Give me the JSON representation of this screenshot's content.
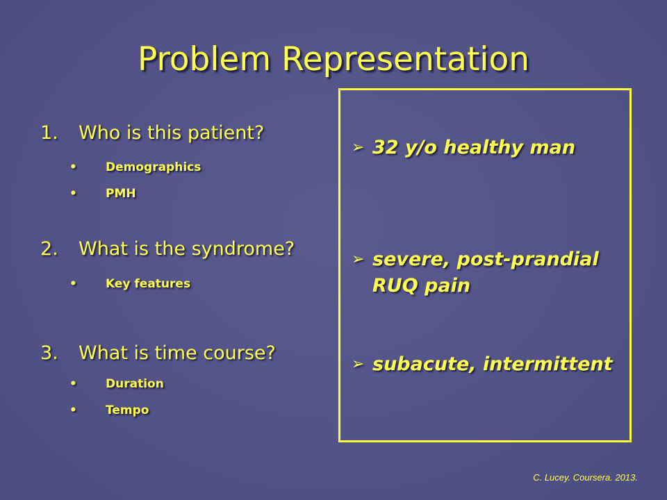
{
  "slide": {
    "title": "Problem Representation",
    "questions": [
      {
        "number": "1.",
        "label": "Who is this patient?",
        "subitems": [
          "Demographics",
          "PMH"
        ]
      },
      {
        "number": "2.",
        "label": "What is the syndrome?",
        "subitems": [
          "Key features"
        ]
      },
      {
        "number": "3.",
        "label": "What is time course?",
        "subitems": [
          "Duration",
          "Tempo"
        ]
      }
    ],
    "bullet_glyph": "•",
    "answers_arrow": "➢",
    "answers": [
      {
        "line1": "32 y/o healthy man",
        "line2": ""
      },
      {
        "line1": "severe, post-prandial",
        "line2": "RUQ pain"
      },
      {
        "line1": "subacute, intermittent",
        "line2": ""
      }
    ],
    "credit": "C. Lucey. Coursera. 2013.",
    "colors": {
      "background": "#545489",
      "text": "#ffff50",
      "box_border": "#ffff3c"
    }
  }
}
